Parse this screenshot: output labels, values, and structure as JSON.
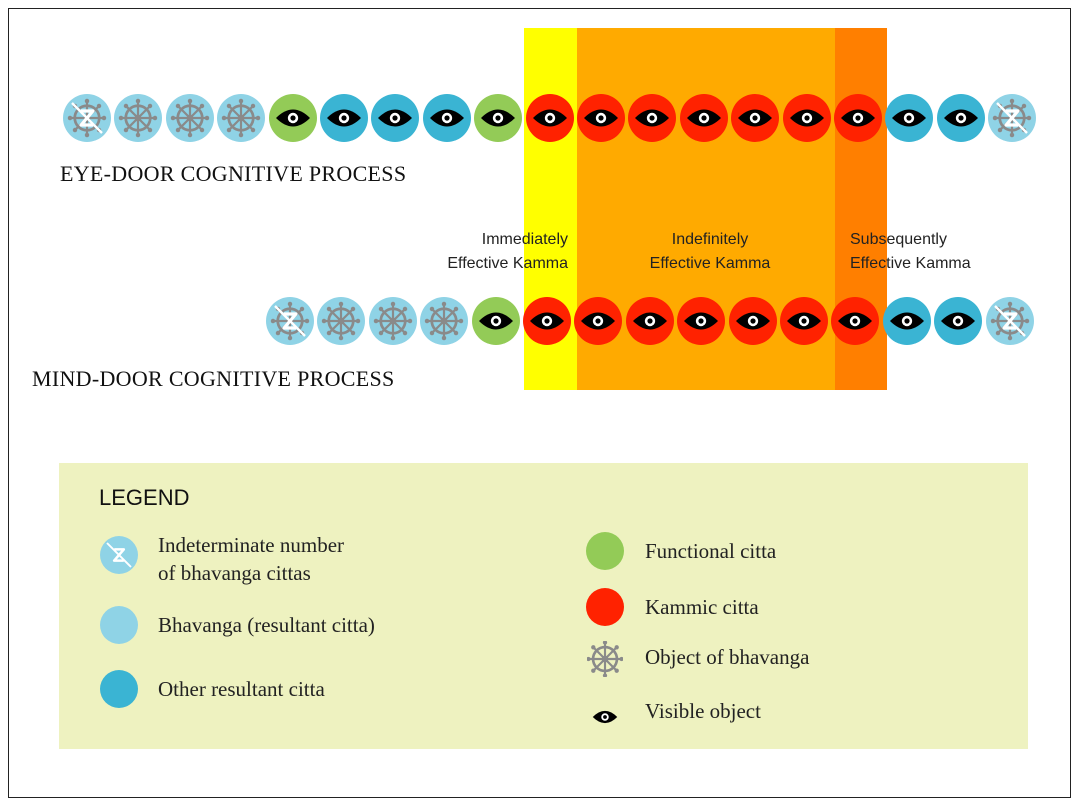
{
  "colors": {
    "bhavanga": "#8fd3e6",
    "other_resultant": "#3ab4d3",
    "functional": "#93cb57",
    "kammic": "#ff2200",
    "immediate_band": "#ffff00",
    "indefinite_band": "#ffaa00",
    "subsequent_band": "#ff7f00",
    "legend_bg": "#eef2c0"
  },
  "eye_door": {
    "title": "EYE-DOOR COGNITIVE PROCESS",
    "sequence": [
      {
        "type": "indeterminate",
        "icon": "indeterminate-icon"
      },
      {
        "type": "bhavanga",
        "icon": "dharma-wheel-icon"
      },
      {
        "type": "bhavanga",
        "icon": "dharma-wheel-icon"
      },
      {
        "type": "bhavanga",
        "icon": "dharma-wheel-icon"
      },
      {
        "type": "functional",
        "icon": "eye-icon"
      },
      {
        "type": "other_resultant",
        "icon": "eye-icon"
      },
      {
        "type": "other_resultant",
        "icon": "eye-icon"
      },
      {
        "type": "other_resultant",
        "icon": "eye-icon"
      },
      {
        "type": "functional",
        "icon": "eye-icon"
      },
      {
        "type": "kammic",
        "icon": "eye-icon"
      },
      {
        "type": "kammic",
        "icon": "eye-icon"
      },
      {
        "type": "kammic",
        "icon": "eye-icon"
      },
      {
        "type": "kammic",
        "icon": "eye-icon"
      },
      {
        "type": "kammic",
        "icon": "eye-icon"
      },
      {
        "type": "kammic",
        "icon": "eye-icon"
      },
      {
        "type": "kammic",
        "icon": "eye-icon"
      },
      {
        "type": "other_resultant",
        "icon": "eye-icon"
      },
      {
        "type": "other_resultant",
        "icon": "eye-icon"
      },
      {
        "type": "indeterminate",
        "icon": "indeterminate-icon"
      }
    ]
  },
  "mind_door": {
    "title": "MIND-DOOR COGNITIVE PROCESS",
    "sequence": [
      {
        "type": "indeterminate",
        "icon": "indeterminate-icon"
      },
      {
        "type": "bhavanga",
        "icon": "dharma-wheel-icon"
      },
      {
        "type": "bhavanga",
        "icon": "dharma-wheel-icon"
      },
      {
        "type": "bhavanga",
        "icon": "dharma-wheel-icon"
      },
      {
        "type": "functional",
        "icon": "eye-icon"
      },
      {
        "type": "kammic",
        "icon": "eye-icon"
      },
      {
        "type": "kammic",
        "icon": "eye-icon"
      },
      {
        "type": "kammic",
        "icon": "eye-icon"
      },
      {
        "type": "kammic",
        "icon": "eye-icon"
      },
      {
        "type": "kammic",
        "icon": "eye-icon"
      },
      {
        "type": "kammic",
        "icon": "eye-icon"
      },
      {
        "type": "kammic",
        "icon": "eye-icon"
      },
      {
        "type": "other_resultant",
        "icon": "eye-icon"
      },
      {
        "type": "other_resultant",
        "icon": "eye-icon"
      },
      {
        "type": "indeterminate",
        "icon": "indeterminate-icon"
      }
    ]
  },
  "kamma_labels": {
    "immediate": {
      "line1": "Immediately",
      "line2": "Effective Kamma"
    },
    "indefinite": {
      "line1": "Indefinitely",
      "line2": "Effective Kamma"
    },
    "subsequent": {
      "line1": "Subsequently",
      "line2": "Effective Kamma"
    }
  },
  "legend": {
    "title": "LEGEND",
    "items": {
      "indeterminate": {
        "line1": "Indeterminate number",
        "line2": "of bhavanga cittas",
        "icon": "indeterminate-icon"
      },
      "bhavanga": {
        "label": "Bhavanga (resultant citta)"
      },
      "other_resultant": {
        "label": "Other resultant citta"
      },
      "functional": {
        "label": "Functional citta"
      },
      "kammic": {
        "label": "Kammic citta"
      },
      "object_bhavanga": {
        "label": "Object of bhavanga",
        "icon": "dharma-wheel-icon"
      },
      "visible_object": {
        "label": "Visible object",
        "icon": "eye-icon"
      }
    }
  }
}
